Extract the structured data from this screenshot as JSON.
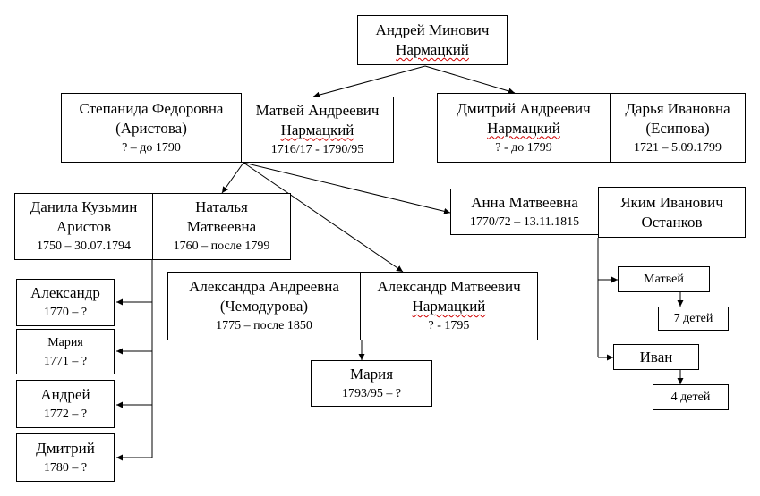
{
  "people": {
    "andrey": {
      "line1": "Андрей Минович",
      "line2": "Нармацкий"
    },
    "stepanida": {
      "line1": "Степанида Федоровна",
      "line2": "(Аристова)",
      "line3": "? – до 1790"
    },
    "matvey": {
      "line1": "Матвей Андреевич",
      "line2": "Нармацкий",
      "line3": "1716/17 - 1790/95"
    },
    "dmitry_a": {
      "line1": "Дмитрий Андреевич",
      "line2": "Нармацкий",
      "line3": "? - до 1799"
    },
    "darya": {
      "line1": "Дарья Ивановна",
      "line2": "(Есипова)",
      "line3": "1721 –  5.09.1799"
    },
    "danila": {
      "line1": "Данила Кузьмин",
      "line2": "Аристов",
      "line3": "1750 – 30.07.1794"
    },
    "natalya": {
      "line1": "Наталья",
      "line2": "Матвеевна",
      "line3": "1760 – после 1799"
    },
    "anna": {
      "line1": "Анна Матвеевна",
      "line2": "1770/72 – 13.11.1815"
    },
    "yakim": {
      "line1": "Яким Иванович",
      "line2": "Останков"
    },
    "alexandra": {
      "line1": "Александра Андреевна",
      "line2": "(Чемодурова)",
      "line3": "1775 – после 1850"
    },
    "alexander_m": {
      "line1": "Александр Матвеевич",
      "line2": "Нармацкий",
      "line3": "? - 1795"
    },
    "alexander_c": {
      "line1": "Александр",
      "line2": "1770 – ?"
    },
    "maria_c": {
      "line1": "Мария",
      "line2": "1771 – ?"
    },
    "andrey_c": {
      "line1": "Андрей",
      "line2": "1772 – ?"
    },
    "dmitry_c": {
      "line1": "Дмитрий",
      "line2": "1780 – ?"
    },
    "maria_g": {
      "line1": "Мария",
      "line2": "1793/95 – ?"
    },
    "matvey_o": {
      "line1": "Матвей"
    },
    "matvey_kids": {
      "line1": "7 детей"
    },
    "ivan_o": {
      "line1": "Иван"
    },
    "ivan_kids": {
      "line1": "4 детей"
    }
  },
  "colors": {
    "line": "#000000",
    "spellcheck": "#d00000"
  }
}
